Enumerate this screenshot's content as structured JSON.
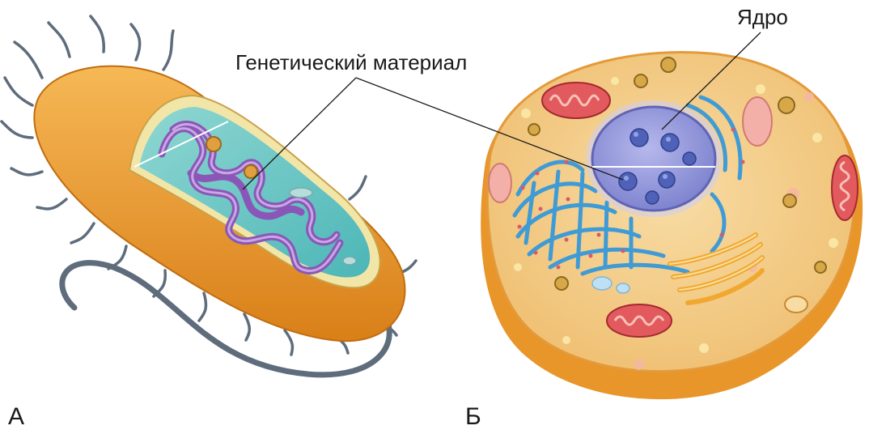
{
  "labels": {
    "genetic_material": "Генетический материал",
    "nucleus": "Ядро",
    "panel_a": "А",
    "panel_b": "Б"
  },
  "colors": {
    "cell_wall": "#f0a030",
    "cell_wall_dark": "#d9821a",
    "prokaryote_cytoplasm": "#68c6c4",
    "nucleoid": "#a070c8",
    "eukaryote_cytoplasm": "#f4cc8a",
    "nucleus": "#8c90d8",
    "endoplasmic_reticulum": "#3f9bd6",
    "mitochondria": "#d84850",
    "golgi": "#f6b040",
    "flagellum": "#5e6c7c"
  }
}
